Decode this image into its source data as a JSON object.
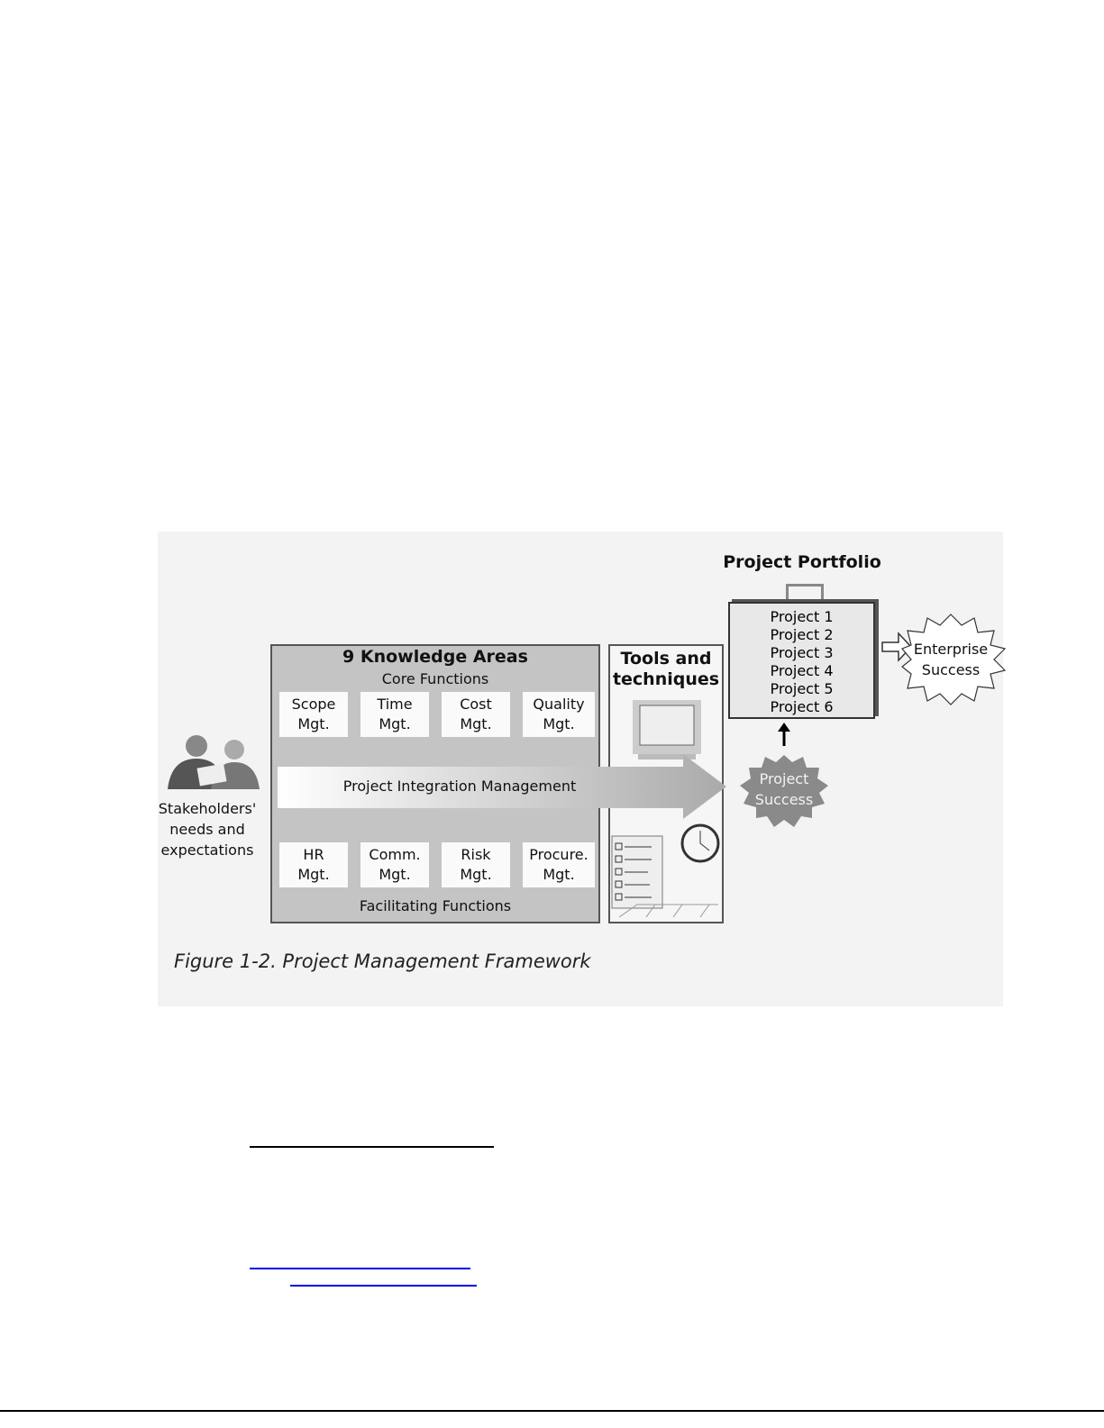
{
  "figure": {
    "portfolio_title": "Project Portfolio",
    "projects": [
      "Project 1",
      "Project 2",
      "Project 3",
      "Project 4",
      "Project 5",
      "Project 6"
    ],
    "enterprise": [
      "Enterprise",
      "Success"
    ],
    "project_success": [
      "Project",
      "Success"
    ],
    "knowledge_title": "9 Knowledge Areas",
    "core": "Core Functions",
    "core_areas": [
      [
        "Scope",
        "Mgt."
      ],
      [
        "Time",
        "Mgt."
      ],
      [
        "Cost",
        "Mgt."
      ],
      [
        "Quality",
        "Mgt."
      ]
    ],
    "integration": "Project Integration Management",
    "facilitating_areas": [
      [
        "HR",
        "Mgt."
      ],
      [
        "Comm.",
        "Mgt."
      ],
      [
        "Risk",
        "Mgt."
      ],
      [
        "Procure.",
        "Mgt."
      ]
    ],
    "facilitating": "Facilitating Functions",
    "tools": [
      "Tools and",
      "techniques"
    ],
    "stakeholders": [
      "Stakeholders'",
      "needs and",
      "expectations"
    ],
    "caption": "Figure 1-2. Project Management Framework"
  }
}
